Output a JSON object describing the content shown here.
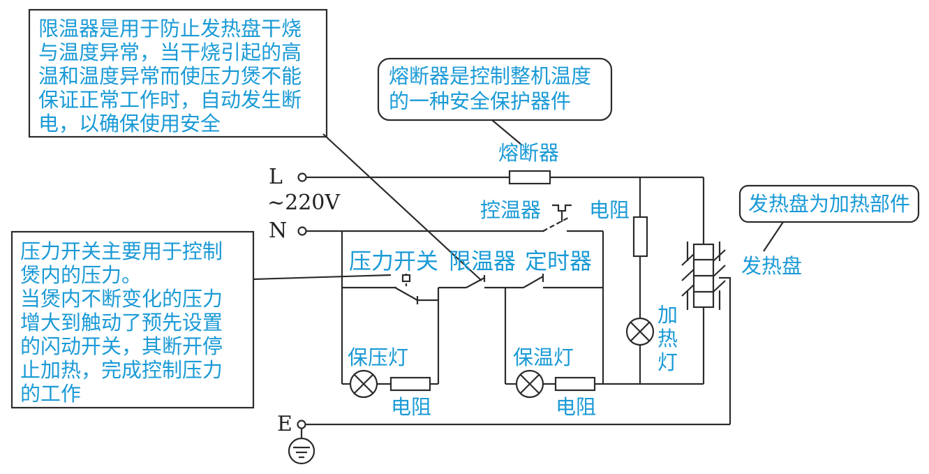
{
  "colors": {
    "text": "#1a9ad6",
    "wire": "#2b2b2b",
    "background": "#ffffff"
  },
  "icons": [
    "ground-icon",
    "lamp-icon",
    "resistor-icon",
    "fuse-icon",
    "switch-icon",
    "heating-plate-icon"
  ],
  "callouts": {
    "limiter": [
      "限温器是用于防止发热盘干烧",
      "与温度异常，当干烧引起的高",
      "温和温度异常而使压力煲不能",
      "保证正常工作时，自动发生断",
      "电，以确保使用安全"
    ],
    "fuse": [
      "熔断器是控制整机温度",
      "的一种安全保护器件"
    ],
    "heater": [
      "发热盘为加热部件"
    ],
    "pressure_switch": [
      "压力开关主要用于控制",
      "煲内的压力。",
      "当煲内不断变化的压力",
      "增大到触动了预先设置",
      "的闪动开关，其断开停",
      "止加热，完成控制压力",
      "的工作"
    ]
  },
  "terminals": {
    "L": "L",
    "N": "N",
    "E": "E",
    "voltage": "~220V"
  },
  "components": {
    "fuse": "熔断器",
    "thermostat": "控温器",
    "resistor_top": "电阻",
    "pressure_switch": "压力开关",
    "limiter": "限温器",
    "timer": "定时器",
    "heating_plate": "发热盘",
    "heating_lamp": [
      "加",
      "热",
      "灯"
    ],
    "pressure_lamp": "保压灯",
    "warm_lamp": "保温灯",
    "resistor_left": "电阻",
    "resistor_right": "电阻"
  }
}
